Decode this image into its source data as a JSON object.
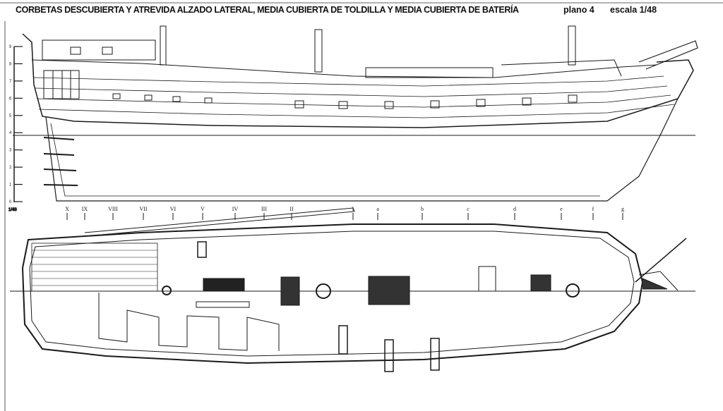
{
  "header": {
    "title": "CORBETAS DESCUBIERTA Y ATREVIDA  ALZADO LATERAL, MEDIA CUBIERTA DE TOLDILLA Y MEDIA CUBIERTA DE BATERÍA",
    "plate": "plano 4",
    "scale": "escala 1/48"
  },
  "scale_bar": {
    "label": "1/48",
    "ticks": [
      "9",
      "8",
      "7",
      "6",
      "5",
      "4",
      "3",
      "2",
      "1",
      "0"
    ]
  },
  "stations": [
    "X",
    "IX",
    "VIII",
    "VII",
    "VI",
    "V",
    "IV",
    "III",
    "II",
    "I",
    "a",
    "b",
    "c",
    "d",
    "e",
    "f",
    "g"
  ],
  "colors": {
    "ink": "#1a1a1a",
    "paper": "#ffffff"
  }
}
